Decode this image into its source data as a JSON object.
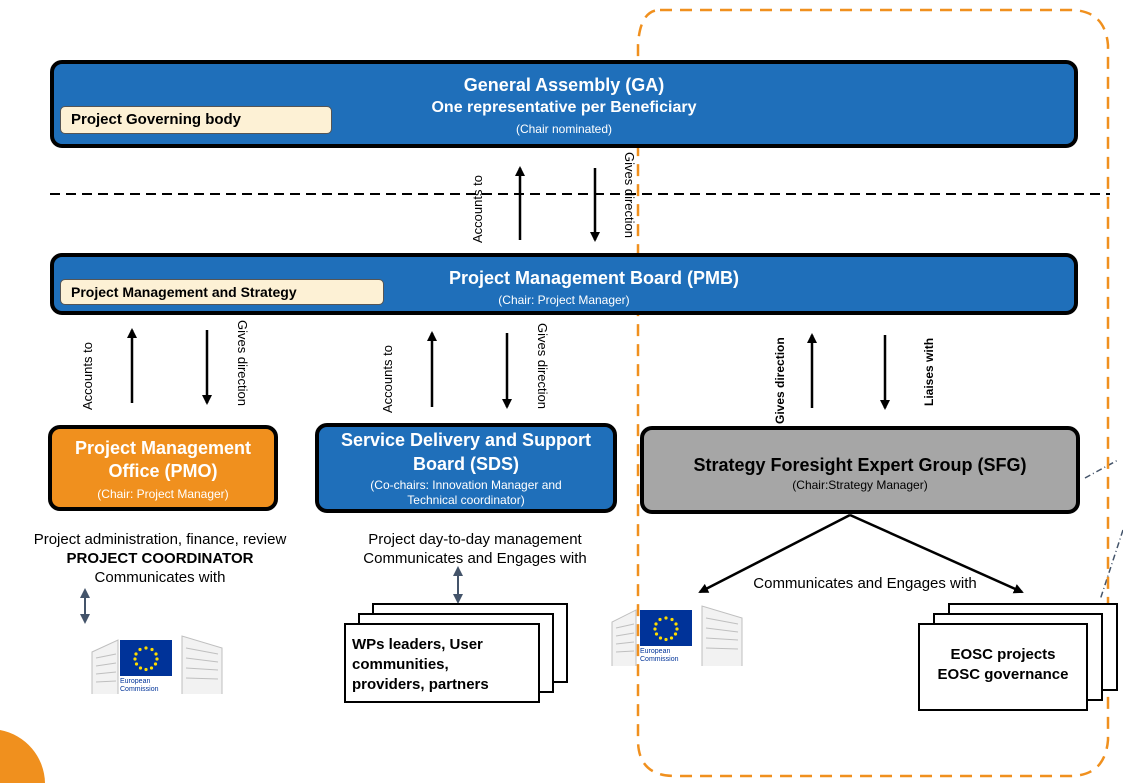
{
  "ga": {
    "title": "General Assembly (GA)",
    "subtitle": "One representative per Beneficiary",
    "note": "(Chair nominated)",
    "tag": "Project Governing body"
  },
  "pmb": {
    "title": "Project Management Board (PMB)",
    "note": "(Chair: Project Manager)",
    "tag": "Project Management and Strategy"
  },
  "pmo": {
    "title_line1": "Project Management",
    "title_line2": "Office (PMO)",
    "note": "(Chair: Project Manager)"
  },
  "sds": {
    "title_line1": "Service Delivery and Support",
    "title_line2": "Board (SDS)",
    "note_line1": "(Co-chairs: Innovation Manager and",
    "note_line2": "Technical coordinator)"
  },
  "sfg": {
    "title": "Strategy Foresight Expert Group (SFG)",
    "note": "(Chair:Strategy Manager)"
  },
  "labels": {
    "accounts_to": "Accounts to",
    "gives_direction": "Gives direction",
    "liaises_with": "Liaises with"
  },
  "captions": {
    "pmo_line1": "Project administration, finance, review",
    "pmo_line2": "PROJECT COORDINATOR",
    "pmo_line3": "Communicates with",
    "sds_line1": "Project day-to-day management",
    "sds_line2": "Communicates and Engages with",
    "sfg_line1": "Communicates and Engages with"
  },
  "docs": {
    "wps_line1": "WPs leaders, User",
    "wps_line2": "communities,",
    "wps_line3": "providers, partners",
    "eosc_line1": "EOSC projects",
    "eosc_line2": "EOSC governance"
  },
  "ec_logo": {
    "line1": "European",
    "line2": "Commission"
  },
  "colors": {
    "blue": "#1f6fba",
    "orange": "#f0901e",
    "grey": "#a6a6a6",
    "tag_bg": "#fdf1d5",
    "dashed_region": "#f0901e",
    "eu_blue": "#003399"
  }
}
